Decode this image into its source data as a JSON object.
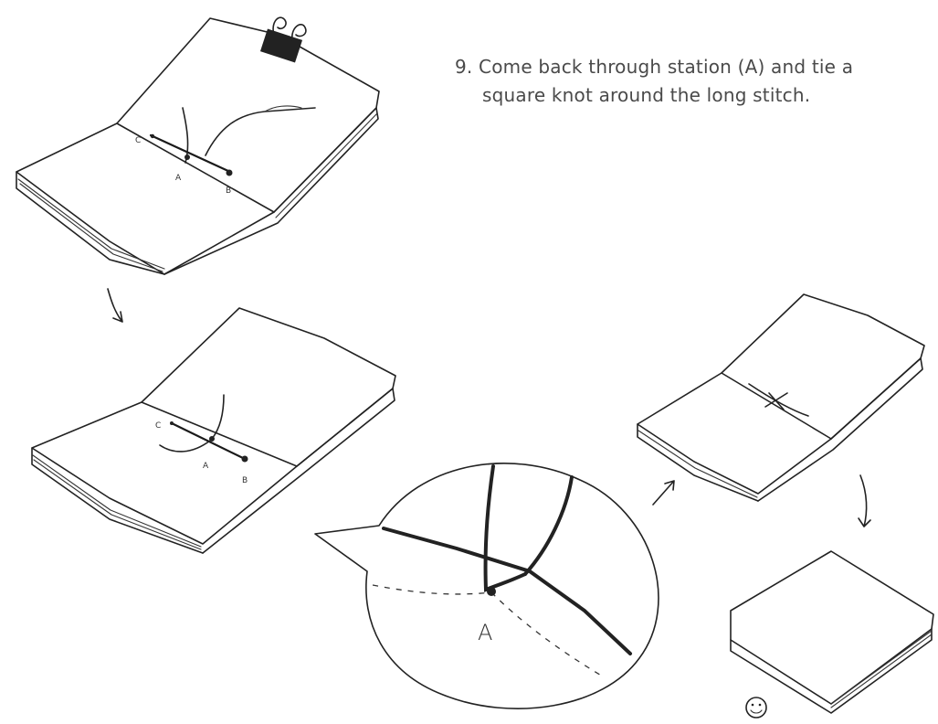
{
  "instruction": {
    "line1": "9. Come back through station (A) and tie a",
    "line2": "square knot around the long stitch."
  },
  "labels": {
    "station_a": "A",
    "station_b": "B",
    "station_c": "C",
    "zoom_station": "A"
  }
}
